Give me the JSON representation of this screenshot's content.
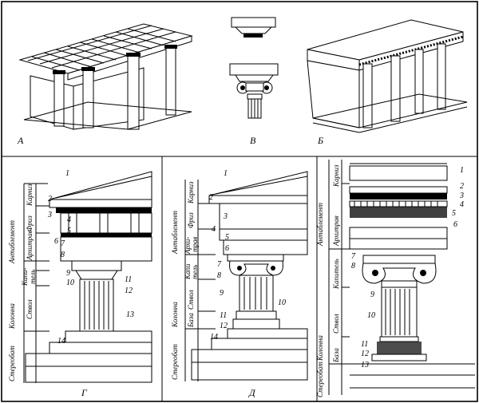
{
  "panels": {
    "a": {
      "letter": "А"
    },
    "v": {
      "letter": "В"
    },
    "b": {
      "letter": "Б"
    },
    "g": {
      "letter": "Г",
      "groups": [
        "Антаблемент",
        "Колонна",
        "Стереобат"
      ],
      "parts": [
        "Карниз",
        "Фриз",
        "Архитрав",
        "Капи-",
        "тель",
        "Ствол"
      ],
      "numbers": [
        "1",
        "2",
        "3",
        "4",
        "5",
        "6",
        "7",
        "8",
        "9",
        "10",
        "11",
        "12",
        "13",
        "14"
      ]
    },
    "d": {
      "letter": "Д",
      "groups": [
        "Антаблемент",
        "Колонна",
        "Стереобат"
      ],
      "parts": [
        "Карниз",
        "Фриз",
        "Архи-",
        "трав",
        "Капи",
        "тель",
        "Ствол",
        "База"
      ],
      "numbers": [
        "1",
        "2",
        "3",
        "4",
        "5",
        "6",
        "7",
        "8",
        "9",
        "10",
        "11",
        "12",
        "14"
      ]
    },
    "e": {
      "groups": [
        "Антаблемент",
        "Колонна",
        "Стереобат"
      ],
      "parts": [
        "Карниз",
        "Архитрав",
        "Капитель",
        "Ствол",
        "База"
      ],
      "numbers": [
        "1",
        "2",
        "3",
        "4",
        "5",
        "6",
        "7",
        "8",
        "9",
        "10",
        "11",
        "12",
        "13"
      ]
    }
  }
}
